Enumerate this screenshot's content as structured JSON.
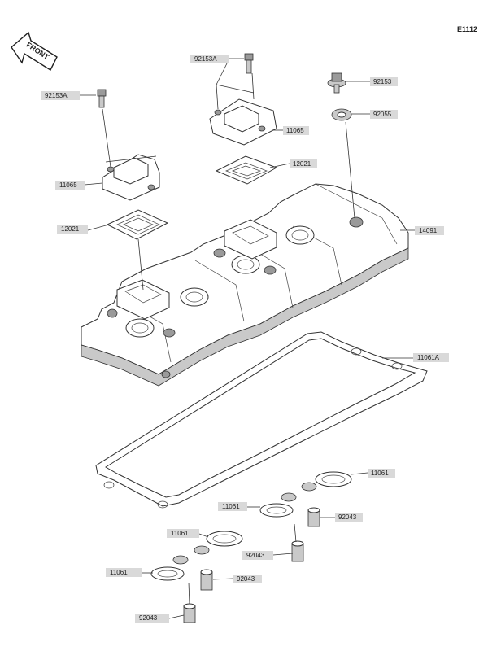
{
  "diagram_id": "E1112",
  "front_arrow": "FRONT",
  "labels": {
    "l_92153A_top": "92153A",
    "l_92153": "92153",
    "l_11065_right": "11065",
    "l_92055": "92055",
    "l_92153A_left": "92153A",
    "l_12021_right": "12021",
    "l_11065_left": "11065",
    "l_14091": "14091",
    "l_12021_left": "12021",
    "l_11061A": "11061A",
    "l_11061_a": "11061",
    "l_11061_b": "11061",
    "l_92043_a": "92043",
    "l_11061_c": "11061",
    "l_92043_b": "92043",
    "l_11061_d": "11061",
    "l_92043_c": "92043",
    "l_92043_d": "92043"
  }
}
